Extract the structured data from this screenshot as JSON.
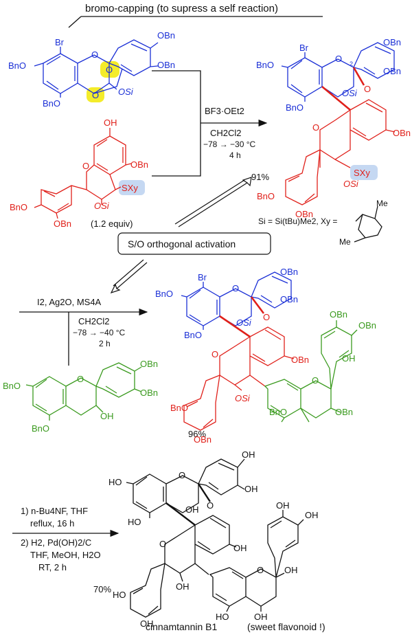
{
  "colors": {
    "electrophile": "#1a2fd6",
    "nucleophile": "#e0201a",
    "catechin": "#3a9a1e",
    "highlight_yellow": "#f4ec2a",
    "highlight_blue": "#c5d8f2",
    "text": "#111111"
  },
  "header": {
    "title": "bromo-capping (to supress a self reaction)"
  },
  "electrophile_1": {
    "br": "Br",
    "obn_a": "OBn",
    "obn_b": "OBn",
    "bno_left": "BnO",
    "bno_bottom": "BnO",
    "o_ring": "O",
    "o_high1": "O",
    "o_high2": "O",
    "osi": "OSi"
  },
  "nucleophile_1": {
    "oh": "OH",
    "obn": "OBn",
    "o_ring": "O",
    "sxy": "SXy",
    "osi": "OSi",
    "bno_left": "BnO",
    "obn_bottom": "OBn",
    "equiv": "(1.2 equiv)"
  },
  "step1": {
    "reagent": "BF3·OEt2",
    "solvent": "CH2Cl2",
    "temperature": "−78 → −30 °C",
    "time": "4 h",
    "yield": "91%"
  },
  "product_1": {
    "br": "Br",
    "obn_a": "OBn",
    "obn_b": "OBn",
    "bno_left": "BnO",
    "bno_bottom": "BnO",
    "o_top": "O",
    "o_bridge": "O",
    "osi_top": "OSi",
    "stereo_label": "2",
    "obn_right": "OBn",
    "o_lower": "O",
    "sxy": "SXy",
    "osi_lower": "OSi",
    "bno_lower": "BnO",
    "obn_lower": "OBn"
  },
  "definitions": {
    "si_def": "Si = Si(tBu)Me2, Xy =",
    "me_top": "Me",
    "me_bottom": "Me"
  },
  "activation_box": {
    "label": "S/O orthogonal activation"
  },
  "step2": {
    "reagent": "I2, Ag2O, MS4A",
    "solvent": "CH2Cl2",
    "temperature": "−78 → −40 °C",
    "time": "2 h",
    "yield": "96%"
  },
  "catechin": {
    "obn_a": "OBn",
    "obn_b": "OBn",
    "bno_left": "BnO",
    "o_ring": "O",
    "oh": "OH",
    "bno_bottom": "BnO"
  },
  "product_2": {
    "br": "Br",
    "obn_a": "OBn",
    "obn_b": "OBn",
    "bno_left": "BnO",
    "bno_bottom": "BnO",
    "o_top": "O",
    "o_bridge": "O",
    "osi_top": "OSi",
    "obn_mid": "OBn",
    "o_lower": "O",
    "osi_lower": "OSi",
    "bno_lower": "BnO",
    "obn_lower": "OBn",
    "g_obn_a": "OBn",
    "g_obn_b": "OBn",
    "g_o": "O",
    "g_oh": "OH",
    "g_bno": "BnO",
    "g_obn": "OBn"
  },
  "step3": {
    "line1": "1) n-Bu4NF, THF",
    "line2": "reflux, 16 h",
    "line3": "2) H2, Pd(OH)2/C",
    "line4": "THF, MeOH, H2O",
    "line5": "RT, 2 h",
    "yield": "70%"
  },
  "final": {
    "ho_left": "HO",
    "o_top": "O",
    "oh_a": "OH",
    "oh_b": "OH",
    "ho_bottom": "HO",
    "oh_mid": "OH",
    "o_bridge": "O",
    "o_lower": "O",
    "oh_right": "OH",
    "ho_lower": "HO",
    "oh_lower": "OH",
    "oh_lower2": "OH",
    "e_oh_a": "OH",
    "e_oh_b": "OH",
    "e_o": "O",
    "e_oh": "OH",
    "e_ho": "HO",
    "e_oh2": "OH",
    "caption": "cinnamtannin B1",
    "note": "(sweet flavonoid !)"
  }
}
